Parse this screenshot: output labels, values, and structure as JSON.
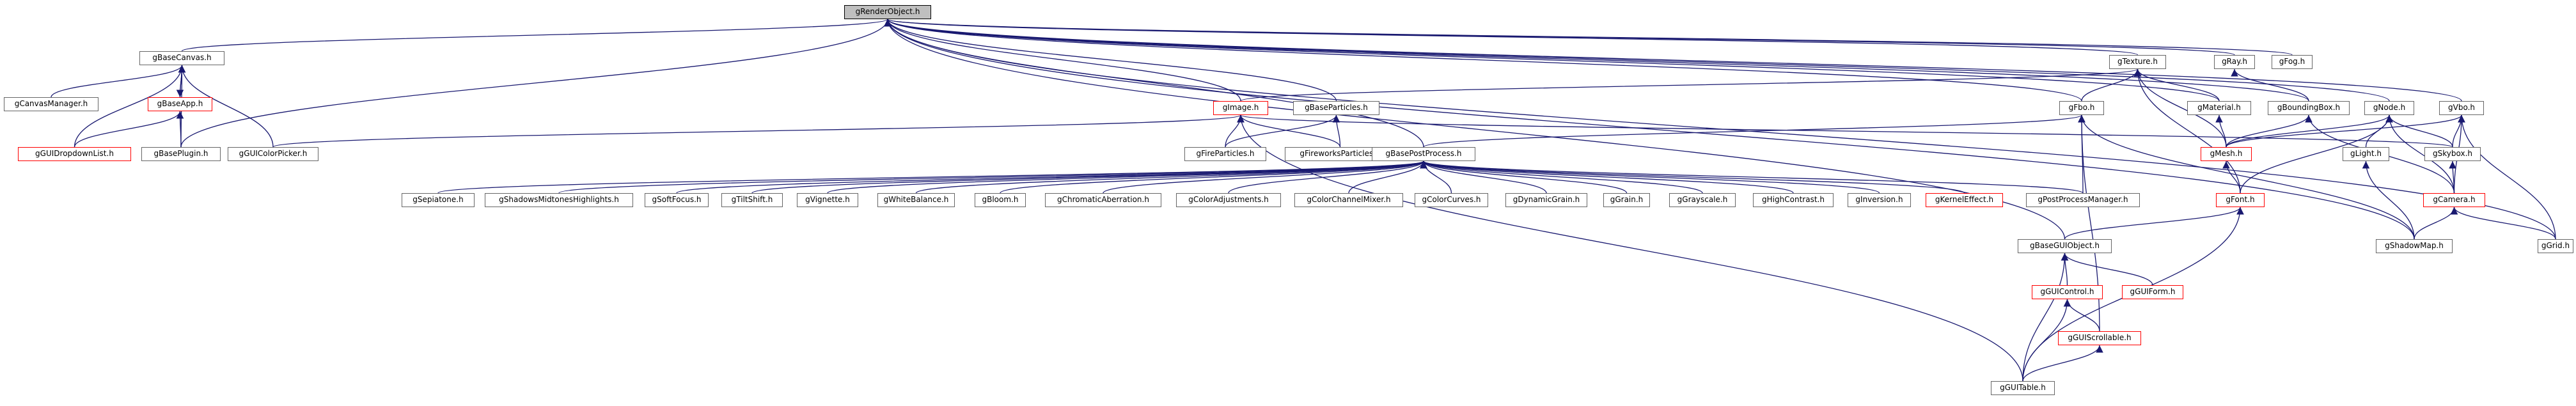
{
  "colors": {
    "edge": "#191970",
    "node_border": "#666666",
    "incomplete_border": "#ff0000",
    "root_fill": "#bfbfbf"
  },
  "nodes": [
    {
      "id": "gRenderObject",
      "label": "gRenderObject.h",
      "style": "root"
    },
    {
      "id": "gBaseCanvas",
      "label": "gBaseCanvas.h",
      "style": "normal"
    },
    {
      "id": "gCanvasManager",
      "label": "gCanvasManager.h",
      "style": "normal"
    },
    {
      "id": "gBaseApp",
      "label": "gBaseApp.h",
      "style": "red"
    },
    {
      "id": "gGUIDropdownList",
      "label": "gGUIDropdownList.h",
      "style": "red"
    },
    {
      "id": "gBasePlugin",
      "label": "gBasePlugin.h",
      "style": "normal"
    },
    {
      "id": "gGUIColorPicker",
      "label": "gGUIColorPicker.h",
      "style": "normal"
    },
    {
      "id": "gImage",
      "label": "gImage.h",
      "style": "red"
    },
    {
      "id": "gBaseParticles",
      "label": "gBaseParticles.h",
      "style": "normal"
    },
    {
      "id": "gFireParticles",
      "label": "gFireParticles.h",
      "style": "normal"
    },
    {
      "id": "gFireworksParticles",
      "label": "gFireworksParticles.h",
      "style": "normal"
    },
    {
      "id": "gTexture",
      "label": "gTexture.h",
      "style": "normal"
    },
    {
      "id": "gFbo",
      "label": "gFbo.h",
      "style": "normal"
    },
    {
      "id": "gMaterial",
      "label": "gMaterial.h",
      "style": "normal"
    },
    {
      "id": "gRay",
      "label": "gRay.h",
      "style": "normal"
    },
    {
      "id": "gFog",
      "label": "gFog.h",
      "style": "normal"
    },
    {
      "id": "gBoundingBox",
      "label": "gBoundingBox.h",
      "style": "normal"
    },
    {
      "id": "gNode",
      "label": "gNode.h",
      "style": "normal"
    },
    {
      "id": "gVbo",
      "label": "gVbo.h",
      "style": "normal"
    },
    {
      "id": "gMesh",
      "label": "gMesh.h",
      "style": "red"
    },
    {
      "id": "gLight",
      "label": "gLight.h",
      "style": "normal"
    },
    {
      "id": "gSkybox",
      "label": "gSkybox.h",
      "style": "normal"
    },
    {
      "id": "gFont",
      "label": "gFont.h",
      "style": "red"
    },
    {
      "id": "gCamera",
      "label": "gCamera.h",
      "style": "red"
    },
    {
      "id": "gShadowMap",
      "label": "gShadowMap.h",
      "style": "normal"
    },
    {
      "id": "gGrid",
      "label": "gGrid.h",
      "style": "normal"
    },
    {
      "id": "gBasePostProcess",
      "label": "gBasePostProcess.h",
      "style": "normal"
    },
    {
      "id": "gSepiatone",
      "label": "gSepiatone.h",
      "style": "normal"
    },
    {
      "id": "gShadowsMidtonesHighlights",
      "label": "gShadowsMidtonesHighlights.h",
      "style": "normal"
    },
    {
      "id": "gSoftFocus",
      "label": "gSoftFocus.h",
      "style": "normal"
    },
    {
      "id": "gTiltShift",
      "label": "gTiltShift.h",
      "style": "normal"
    },
    {
      "id": "gVignette",
      "label": "gVignette.h",
      "style": "normal"
    },
    {
      "id": "gWhiteBalance",
      "label": "gWhiteBalance.h",
      "style": "normal"
    },
    {
      "id": "gBloom",
      "label": "gBloom.h",
      "style": "normal"
    },
    {
      "id": "gChromaticAberration",
      "label": "gChromaticAberration.h",
      "style": "normal"
    },
    {
      "id": "gColorAdjustments",
      "label": "gColorAdjustments.h",
      "style": "normal"
    },
    {
      "id": "gColorChannelMixer",
      "label": "gColorChannelMixer.h",
      "style": "normal"
    },
    {
      "id": "gColorCurves",
      "label": "gColorCurves.h",
      "style": "normal"
    },
    {
      "id": "gDynamicGrain",
      "label": "gDynamicGrain.h",
      "style": "normal"
    },
    {
      "id": "gGrain",
      "label": "gGrain.h",
      "style": "normal"
    },
    {
      "id": "gGrayscale",
      "label": "gGrayscale.h",
      "style": "normal"
    },
    {
      "id": "gHighContrast",
      "label": "gHighContrast.h",
      "style": "normal"
    },
    {
      "id": "gInversion",
      "label": "gInversion.h",
      "style": "normal"
    },
    {
      "id": "gKernelEffect",
      "label": "gKernelEffect.h",
      "style": "red"
    },
    {
      "id": "gPostProcessManager",
      "label": "gPostProcessManager.h",
      "style": "normal"
    },
    {
      "id": "gBaseGUIObject",
      "label": "gBaseGUIObject.h",
      "style": "normal"
    },
    {
      "id": "gGUIControl",
      "label": "gGUIControl.h",
      "style": "red"
    },
    {
      "id": "gGUIForm",
      "label": "gGUIForm.h",
      "style": "red"
    },
    {
      "id": "gGUIScrollable",
      "label": "gGUIScrollable.h",
      "style": "red"
    },
    {
      "id": "gGUITable",
      "label": "gGUITable.h",
      "style": "normal"
    }
  ],
  "edges": [
    [
      "gBaseCanvas",
      "gRenderObject"
    ],
    [
      "gImage",
      "gRenderObject"
    ],
    [
      "gBaseParticles",
      "gRenderObject"
    ],
    [
      "gTexture",
      "gRenderObject"
    ],
    [
      "gFbo",
      "gRenderObject"
    ],
    [
      "gMaterial",
      "gRenderObject"
    ],
    [
      "gRay",
      "gRenderObject"
    ],
    [
      "gFog",
      "gRenderObject"
    ],
    [
      "gBoundingBox",
      "gRenderObject"
    ],
    [
      "gNode",
      "gRenderObject"
    ],
    [
      "gVbo",
      "gRenderObject"
    ],
    [
      "gShadowMap",
      "gRenderObject"
    ],
    [
      "gGrid",
      "gRenderObject"
    ],
    [
      "gBasePostProcess",
      "gRenderObject"
    ],
    [
      "gBasePlugin",
      "gRenderObject"
    ],
    [
      "gBaseGUIObject",
      "gRenderObject"
    ],
    [
      "gCanvasManager",
      "gBaseCanvas"
    ],
    [
      "gBaseApp",
      "gBaseCanvas"
    ],
    [
      "gGUIDropdownList",
      "gBaseCanvas"
    ],
    [
      "gBasePlugin",
      "gBaseCanvas"
    ],
    [
      "gGUIColorPicker",
      "gBaseCanvas"
    ],
    [
      "gBaseCanvas",
      "gBaseApp"
    ],
    [
      "gGUIDropdownList",
      "gBaseApp"
    ],
    [
      "gBasePlugin",
      "gBaseApp"
    ],
    [
      "gImage",
      "gTexture"
    ],
    [
      "gFbo",
      "gTexture"
    ],
    [
      "gMaterial",
      "gTexture"
    ],
    [
      "gMesh",
      "gTexture"
    ],
    [
      "gFont",
      "gTexture"
    ],
    [
      "gGUIColorPicker",
      "gImage"
    ],
    [
      "gFireParticles",
      "gImage"
    ],
    [
      "gFireworksParticles",
      "gImage"
    ],
    [
      "gSkybox",
      "gImage"
    ],
    [
      "gGUITable",
      "gImage"
    ],
    [
      "gFireParticles",
      "gBaseParticles"
    ],
    [
      "gFireworksParticles",
      "gBaseParticles"
    ],
    [
      "gBasePostProcess",
      "gFbo"
    ],
    [
      "gPostProcessManager",
      "gFbo"
    ],
    [
      "gShadowMap",
      "gFbo"
    ],
    [
      "gGUIScrollable",
      "gFbo"
    ],
    [
      "gMesh",
      "gMaterial"
    ],
    [
      "gBoundingBox",
      "gRay"
    ],
    [
      "gMesh",
      "gBoundingBox"
    ],
    [
      "gCamera",
      "gBoundingBox"
    ],
    [
      "gMesh",
      "gNode"
    ],
    [
      "gLight",
      "gNode"
    ],
    [
      "gSkybox",
      "gNode"
    ],
    [
      "gFont",
      "gNode"
    ],
    [
      "gCamera",
      "gNode"
    ],
    [
      "gMesh",
      "gVbo"
    ],
    [
      "gSkybox",
      "gVbo"
    ],
    [
      "gCamera",
      "gVbo"
    ],
    [
      "gGrid",
      "gVbo"
    ],
    [
      "gFont",
      "gMesh"
    ],
    [
      "gShadowMap",
      "gLight"
    ],
    [
      "gCamera",
      "gSkybox"
    ],
    [
      "gGrid",
      "gCamera"
    ],
    [
      "gShadowMap",
      "gCamera"
    ],
    [
      "gBaseGUIObject",
      "gFont"
    ],
    [
      "gGUITable",
      "gFont"
    ],
    [
      "gSepiatone",
      "gBasePostProcess"
    ],
    [
      "gShadowsMidtonesHighlights",
      "gBasePostProcess"
    ],
    [
      "gSoftFocus",
      "gBasePostProcess"
    ],
    [
      "gTiltShift",
      "gBasePostProcess"
    ],
    [
      "gVignette",
      "gBasePostProcess"
    ],
    [
      "gWhiteBalance",
      "gBasePostProcess"
    ],
    [
      "gBloom",
      "gBasePostProcess"
    ],
    [
      "gChromaticAberration",
      "gBasePostProcess"
    ],
    [
      "gColorAdjustments",
      "gBasePostProcess"
    ],
    [
      "gColorChannelMixer",
      "gBasePostProcess"
    ],
    [
      "gColorCurves",
      "gBasePostProcess"
    ],
    [
      "gDynamicGrain",
      "gBasePostProcess"
    ],
    [
      "gGrain",
      "gBasePostProcess"
    ],
    [
      "gGrayscale",
      "gBasePostProcess"
    ],
    [
      "gHighContrast",
      "gBasePostProcess"
    ],
    [
      "gInversion",
      "gBasePostProcess"
    ],
    [
      "gKernelEffect",
      "gBasePostProcess"
    ],
    [
      "gPostProcessManager",
      "gBasePostProcess"
    ],
    [
      "gGUIControl",
      "gBaseGUIObject"
    ],
    [
      "gGUIForm",
      "gBaseGUIObject"
    ],
    [
      "gGUITable",
      "gBaseGUIObject"
    ],
    [
      "gGUIScrollable",
      "gGUIControl"
    ],
    [
      "gGUITable",
      "gGUIControl"
    ],
    [
      "gGUITable",
      "gGUIScrollable"
    ]
  ]
}
